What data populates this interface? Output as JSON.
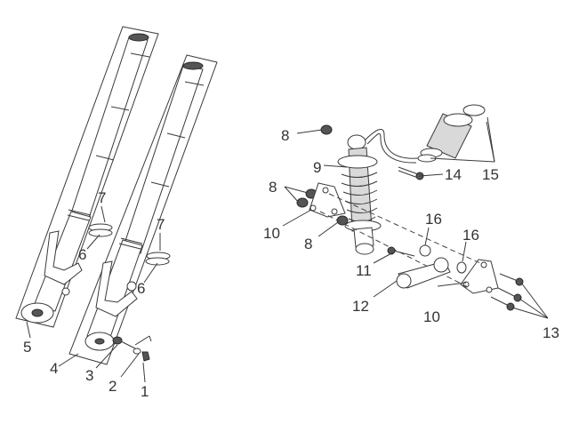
{
  "callouts": [
    {
      "id": "c1",
      "text": "1"
    },
    {
      "id": "c2",
      "text": "2"
    },
    {
      "id": "c3",
      "text": "3"
    },
    {
      "id": "c4",
      "text": "4"
    },
    {
      "id": "c5",
      "text": "5"
    },
    {
      "id": "c6a",
      "text": "6"
    },
    {
      "id": "c6b",
      "text": "6"
    },
    {
      "id": "c7a",
      "text": "7"
    },
    {
      "id": "c7b",
      "text": "7"
    },
    {
      "id": "c8a",
      "text": "8"
    },
    {
      "id": "c8b",
      "text": "8"
    },
    {
      "id": "c8c",
      "text": "8"
    },
    {
      "id": "c9",
      "text": "9"
    },
    {
      "id": "c10a",
      "text": "10"
    },
    {
      "id": "c10b",
      "text": "10"
    },
    {
      "id": "c11",
      "text": "11"
    },
    {
      "id": "c12",
      "text": "12"
    },
    {
      "id": "c13",
      "text": "13"
    },
    {
      "id": "c14",
      "text": "14"
    },
    {
      "id": "c15",
      "text": "15"
    },
    {
      "id": "c16a",
      "text": "16"
    },
    {
      "id": "c16b",
      "text": "16"
    }
  ]
}
